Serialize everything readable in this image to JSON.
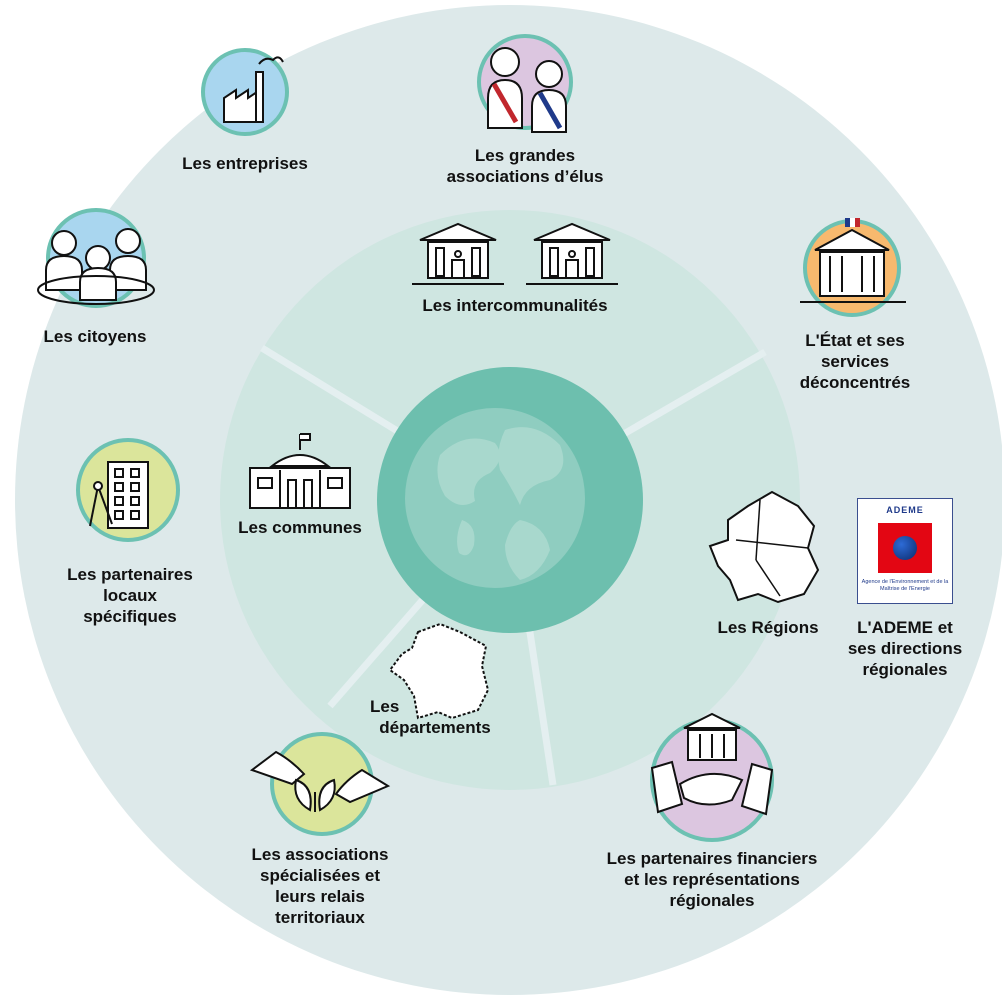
{
  "center": {
    "label": ""
  },
  "inner_ring": {
    "intercommunalites": "Les intercommunalités",
    "communes": "Les communes",
    "departements": [
      "Les",
      "départements"
    ],
    "regions": "Les Régions"
  },
  "outer_ring": {
    "entreprises": "Les entreprises",
    "grandes_associations": [
      "Les grandes",
      "associations d’élus"
    ],
    "etat": [
      "L'État et ses",
      "services",
      "déconcentrés"
    ],
    "citoyens": "Les citoyens",
    "partenaires_locaux": [
      "Les partenaires",
      "locaux",
      "spécifiques"
    ],
    "ademe": [
      "L'ADEME et",
      "ses directions",
      "régionales"
    ],
    "associations_specialisees": [
      "Les associations",
      "spécialisées et",
      "leurs relais",
      "territoriaux"
    ],
    "partenaires_financiers": [
      "Les partenaires financiers",
      "et les représentations",
      "régionales"
    ]
  },
  "ademe_logo": {
    "title": "ADEME",
    "subtitle": "Agence de l'Environnement et de la Maîtrise de l'Energie"
  },
  "colors": {
    "outer_ring": "#dde9ea",
    "inner_ring": "#cfe6e1",
    "center_ring": "#6dbfae",
    "center_inner": "#8fcdc0",
    "blue_badge": "#a9d6ef",
    "purple_badge": "#dcc6e0",
    "orange_badge": "#f7b96e",
    "green_badge": "#dbe59b",
    "badge_border": "#6cc1b2"
  }
}
